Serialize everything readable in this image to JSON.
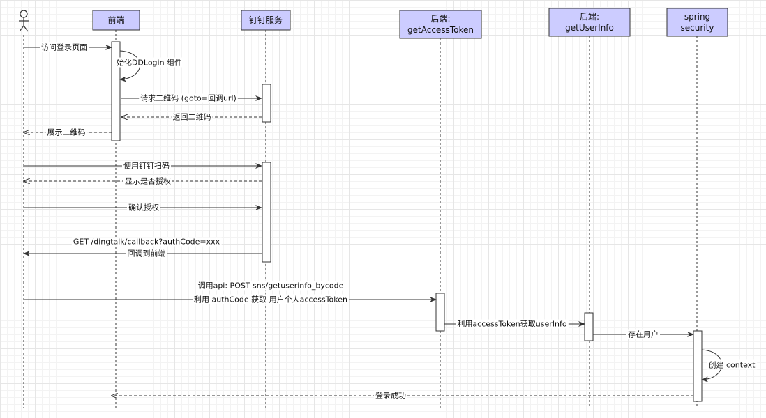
{
  "diagram": {
    "participants": [
      {
        "id": "user",
        "kind": "actor",
        "lines": []
      },
      {
        "id": "frontend",
        "kind": "box",
        "lines": [
          "前端"
        ]
      },
      {
        "id": "dingtalk",
        "kind": "box",
        "lines": [
          "钉钉服务"
        ]
      },
      {
        "id": "getAccessToken",
        "kind": "box",
        "lines": [
          "后端:",
          "getAccessToken"
        ]
      },
      {
        "id": "getUserInfo",
        "kind": "box",
        "lines": [
          "后端:",
          "getUserInfo"
        ]
      },
      {
        "id": "springSecurity",
        "kind": "box",
        "lines": [
          "spring",
          "security"
        ]
      }
    ],
    "messages": [
      {
        "id": "m1",
        "from": "user",
        "to": "frontend",
        "style": "solid",
        "lines": [
          "访问登录页面"
        ]
      },
      {
        "id": "m2",
        "from": "frontend",
        "to": "frontend",
        "style": "self",
        "lines": [
          "始化DDLogin 组件"
        ]
      },
      {
        "id": "m3",
        "from": "frontend",
        "to": "dingtalk",
        "style": "solid",
        "lines": [
          "请求二维码 (goto=回调url)"
        ]
      },
      {
        "id": "m4",
        "from": "dingtalk",
        "to": "frontend",
        "style": "dashed",
        "lines": [
          "返回二维码"
        ]
      },
      {
        "id": "m5",
        "from": "frontend",
        "to": "user",
        "style": "dashed",
        "lines": [
          "展示二维码"
        ]
      },
      {
        "id": "m6",
        "from": "user",
        "to": "dingtalk",
        "style": "solid",
        "lines": [
          "使用钉钉扫码"
        ]
      },
      {
        "id": "m7",
        "from": "dingtalk",
        "to": "user",
        "style": "dashed",
        "lines": [
          "显示是否授权"
        ]
      },
      {
        "id": "m8",
        "from": "user",
        "to": "dingtalk",
        "style": "solid",
        "lines": [
          "确认授权"
        ]
      },
      {
        "id": "m9",
        "from": "dingtalk",
        "to": "user",
        "style": "solid",
        "lines": [
          "GET /dingtalk/callback?authCode=xxx",
          "回调到前端"
        ]
      },
      {
        "id": "m10",
        "from": "user",
        "to": "getAccessToken",
        "style": "solid",
        "lines": [
          "调用api: POST sns/getuserinfo_bycode",
          "利用 authCode 获取 用户个人accessToken"
        ]
      },
      {
        "id": "m11",
        "from": "getAccessToken",
        "to": "getUserInfo",
        "style": "solid",
        "lines": [
          "利用accessToken获取userInfo"
        ]
      },
      {
        "id": "m12",
        "from": "getUserInfo",
        "to": "springSecurity",
        "style": "solid",
        "lines": [
          "存在用户"
        ]
      },
      {
        "id": "m13",
        "from": "springSecurity",
        "to": "springSecurity",
        "style": "self",
        "lines": [
          "创建 context"
        ]
      },
      {
        "id": "m14",
        "from": "springSecurity",
        "to": "frontend",
        "style": "dashed",
        "lines": [
          "登录成功"
        ]
      }
    ]
  }
}
